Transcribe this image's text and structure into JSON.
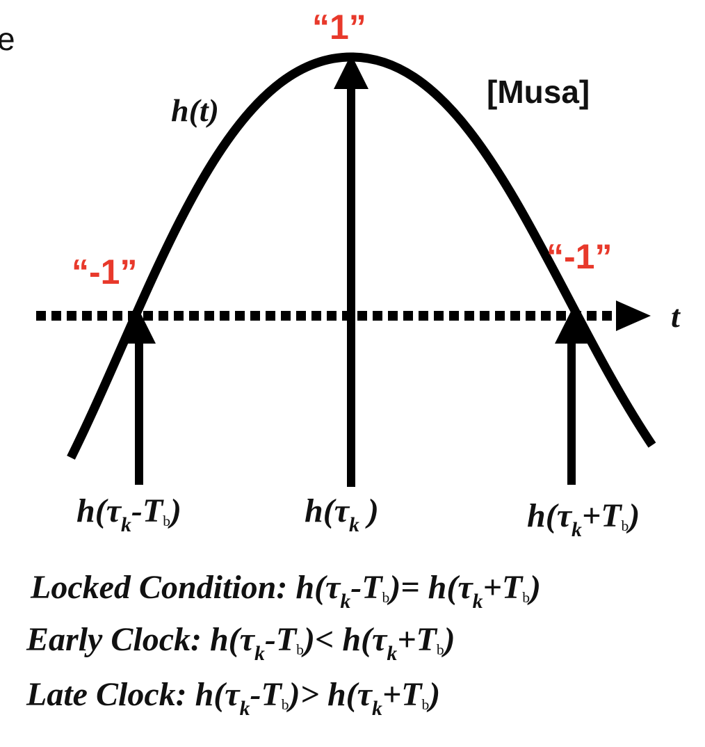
{
  "labels": {
    "corner_fragment": "e",
    "curve": "h(t)",
    "axis": "t",
    "citation": "[Musa]",
    "peak_value": "“1”",
    "left_value": "“-1”",
    "right_value": "“-1”"
  },
  "samples": {
    "left": {
      "h": "h(",
      "tau": "τ",
      "k": "k",
      "op": "-T",
      "b": "b",
      "close": ")"
    },
    "center": {
      "h": "h(",
      "tau": "τ",
      "k": "k",
      "close": " )"
    },
    "right": {
      "h": "h(",
      "tau": "τ",
      "k": "k",
      "op": "+T",
      "b": "b",
      "close": ")"
    }
  },
  "conditions": [
    {
      "name": "Locked Condition: ",
      "lhs_pre": "h(",
      "tau1": "τ",
      "k1": "k",
      "op1": "-T",
      "b1": "b",
      "rel": ")= ",
      "rhs_pre": "h(",
      "tau2": "τ",
      "k2": "k",
      "op2": "+T",
      "b2": "b",
      "end": ")"
    },
    {
      "name": "Early Clock: ",
      "lhs_pre": "h(",
      "tau1": "τ",
      "k1": "k",
      "op1": "-T",
      "b1": "b",
      "rel": ")< ",
      "rhs_pre": "h(",
      "tau2": "τ",
      "k2": "k",
      "op2": "+T",
      "b2": "b",
      "end": ")"
    },
    {
      "name": "Late Clock: ",
      "lhs_pre": "h(",
      "tau1": "τ",
      "k1": "k",
      "op1": "-T",
      "b1": "b",
      "rel": ")> ",
      "rhs_pre": "h(",
      "tau2": "τ",
      "k2": "k",
      "op2": "+T",
      "b2": "b",
      "end": ")"
    }
  ]
}
